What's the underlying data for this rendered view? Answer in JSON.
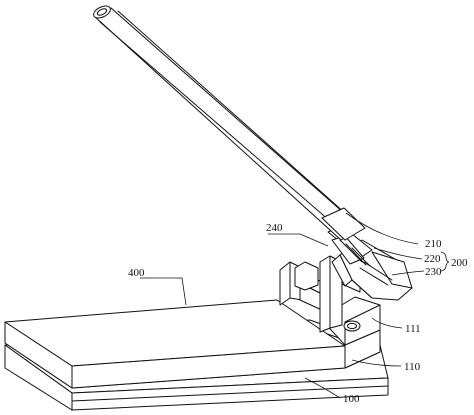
{
  "labels": {
    "l400": "400",
    "l240": "240",
    "l210": "210",
    "l220": "220",
    "l230": "230",
    "l200": "200",
    "l111": "111",
    "l110": "110",
    "l100": "100"
  }
}
